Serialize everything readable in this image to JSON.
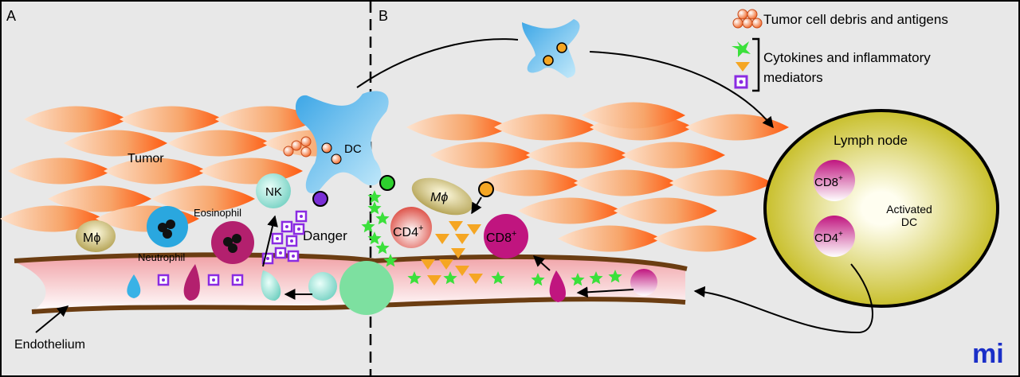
{
  "panels": {
    "a": "A",
    "b": "B"
  },
  "labels": {
    "tumor": "Tumor",
    "dc": "DC",
    "nk": "NK",
    "danger": "Danger",
    "eosinophil": "Eosinophil",
    "neutrophil": "Neutrophil",
    "macrophage_a": "Mϕ",
    "macrophage_b": "Mϕ",
    "cd4": {
      "base": "CD4",
      "sup": "+"
    },
    "cd8": {
      "base": "CD8",
      "sup": "+"
    },
    "endothelium": "Endothelium"
  },
  "legend": {
    "debris": "Tumor cell debris and antigens",
    "cytokines_line1": "Cytokines and inflammatory",
    "cytokines_line2": "mediators"
  },
  "lymph_node": {
    "title": "Lymph node",
    "cd8": {
      "base": "CD8",
      "sup": "+"
    },
    "cd4": {
      "base": "CD4",
      "sup": "+"
    },
    "activated_dc_line1": "Activated",
    "activated_dc_line2": "DC"
  },
  "logo": "mi",
  "colors": {
    "background": "#e8e8e8",
    "tumor": "#f7a56a",
    "vessel": "#f3b9bd",
    "vessel_wall": "#6b3d12",
    "dc": "#4fb6e8",
    "cd8": "#c0157f",
    "lymph": "#c7bd1b",
    "logo": "#1a2fc8"
  }
}
